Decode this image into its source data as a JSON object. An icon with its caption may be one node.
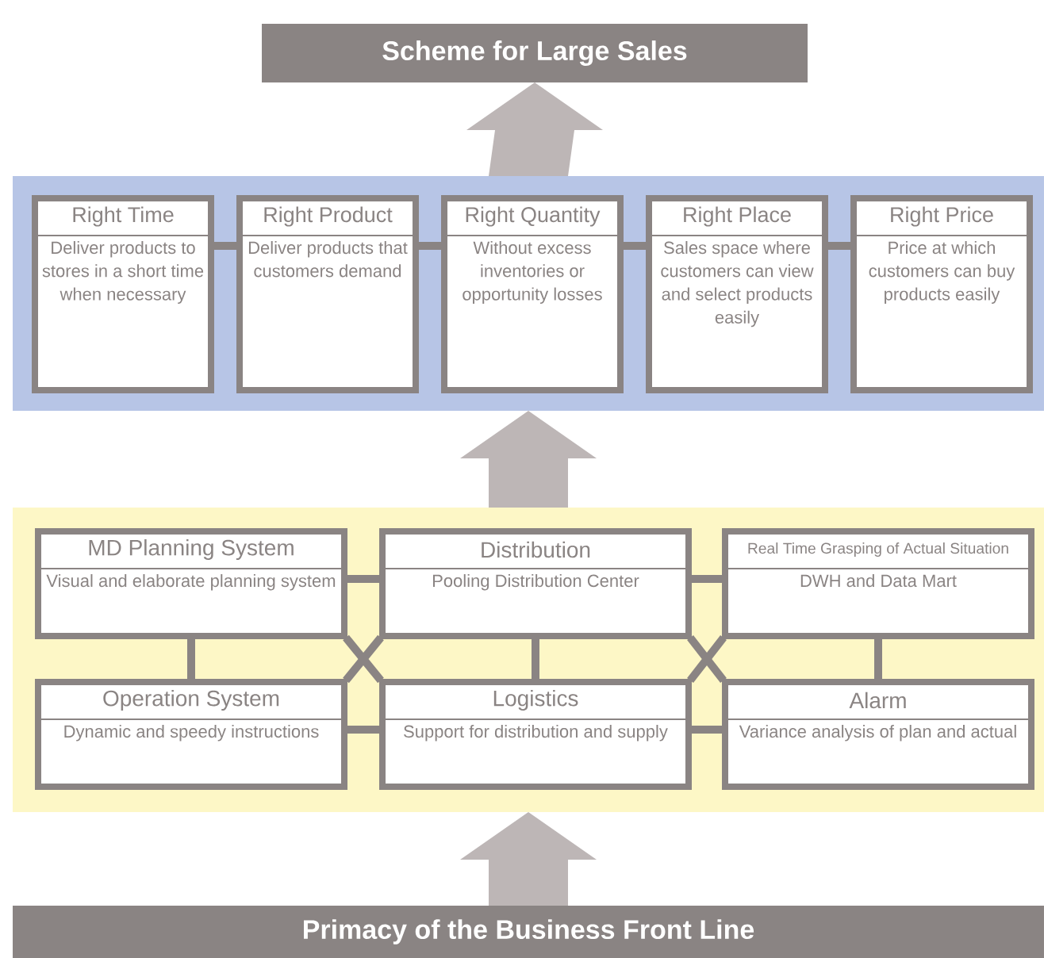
{
  "diagram": {
    "nodes": [
      {
        "text": [
          "Scheme for Large Sales"
        ]
      },
      {
        "text": [],
        "shape": "box"
      },
      {
        "text": [
          "Right Time",
          "Deliver products to stores in a short time when necessary"
        ],
        "in": 1
      },
      {
        "text": [
          "Right Product",
          "Deliver products that customers demand"
        ],
        "in": 1
      },
      {
        "text": [
          "Right Quantity",
          "Without excess inventories or opportunity losses"
        ],
        "in": 1
      },
      {
        "text": [
          "Right Place",
          "Sales space where customers can view and select products easily"
        ],
        "in": 1
      },
      {
        "text": [
          "Right Price",
          "Price at which customers can buy products easily"
        ],
        "in": 1
      },
      {
        "text": [],
        "shape": "box"
      },
      {
        "text": [
          "MD Planning System",
          "Visual and elaborate planning system"
        ],
        "in": 7
      },
      {
        "text": [
          "Distribution",
          "Pooling Distribution Center"
        ],
        "in": 7
      },
      {
        "text": [
          "Real Time Grasping of Actual Situation",
          "DWH and Data Mart"
        ],
        "in": 7
      },
      {
        "text": [
          "Operation System",
          "Dynamic and speedy instructions"
        ],
        "in": 7
      },
      {
        "text": [
          "Logistics",
          "Support for distribution and supply"
        ],
        "in": 7
      },
      {
        "text": [
          "Alarm",
          "Variance analysis of plan and actual"
        ],
        "in": 7
      },
      {
        "text": [
          "Primacy of the Business Front Line"
        ]
      }
    ],
    "edges": [
      {
        "from": 14,
        "to": 7,
        "arrow": "to",
        "style": "thick",
        "color": "#bdb6b6"
      },
      {
        "from": 7,
        "to": 1,
        "arrow": "to",
        "style": "thick",
        "color": "#bdb6b6"
      },
      {
        "from": 1,
        "to": 0,
        "arrow": "to",
        "style": "thick",
        "color": "#bdb6b6"
      },
      {
        "from": 2,
        "to": 3,
        "arrow": "none"
      },
      {
        "from": 3,
        "to": 4,
        "arrow": "none"
      },
      {
        "from": 4,
        "to": 5,
        "arrow": "none"
      },
      {
        "from": 5,
        "to": 6,
        "arrow": "none"
      },
      {
        "from": 8,
        "to": 9,
        "arrow": "none"
      },
      {
        "from": 9,
        "to": 10,
        "arrow": "none"
      },
      {
        "from": 8,
        "to": 11,
        "arrow": "none"
      },
      {
        "from": 8,
        "to": 12,
        "arrow": "none"
      },
      {
        "from": 9,
        "to": 11,
        "arrow": "none"
      },
      {
        "from": 9,
        "to": 12,
        "arrow": "none"
      },
      {
        "from": 9,
        "to": 13,
        "arrow": "none"
      },
      {
        "from": 10,
        "to": 12,
        "arrow": "none"
      },
      {
        "from": 10,
        "to": 13,
        "arrow": "none"
      },
      {
        "from": 11,
        "to": 12,
        "arrow": "none"
      },
      {
        "from": 12,
        "to": 13,
        "arrow": "none"
      }
    ]
  }
}
